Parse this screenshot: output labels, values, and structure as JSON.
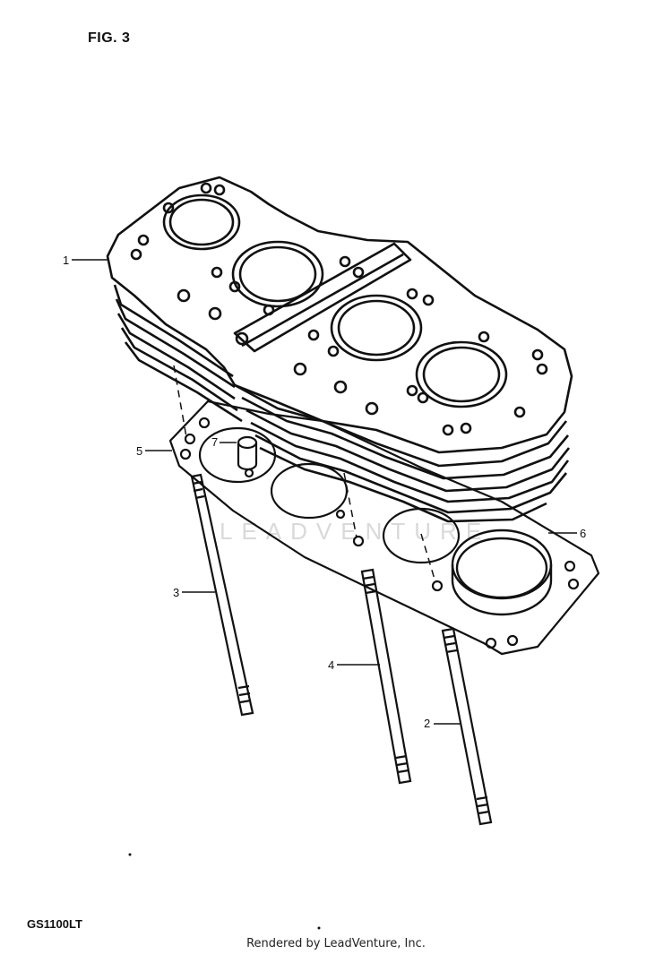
{
  "figure": {
    "label": "FIG. 3"
  },
  "model_code": "GS1100LT",
  "footer": "Rendered by LeadVenture, Inc.",
  "watermark": "LEADVENTURE",
  "callouts": [
    {
      "id": "1",
      "part": "cylinder-block"
    },
    {
      "id": "2",
      "part": "stud-long"
    },
    {
      "id": "3",
      "part": "stud-left"
    },
    {
      "id": "4",
      "part": "stud-middle"
    },
    {
      "id": "5",
      "part": "base-gasket"
    },
    {
      "id": "6",
      "part": "o-ring"
    },
    {
      "id": "7",
      "part": "dowel-pin"
    }
  ],
  "colors": {
    "ink": "#111111",
    "watermark": "#d9d9d9",
    "background": "#ffffff"
  }
}
